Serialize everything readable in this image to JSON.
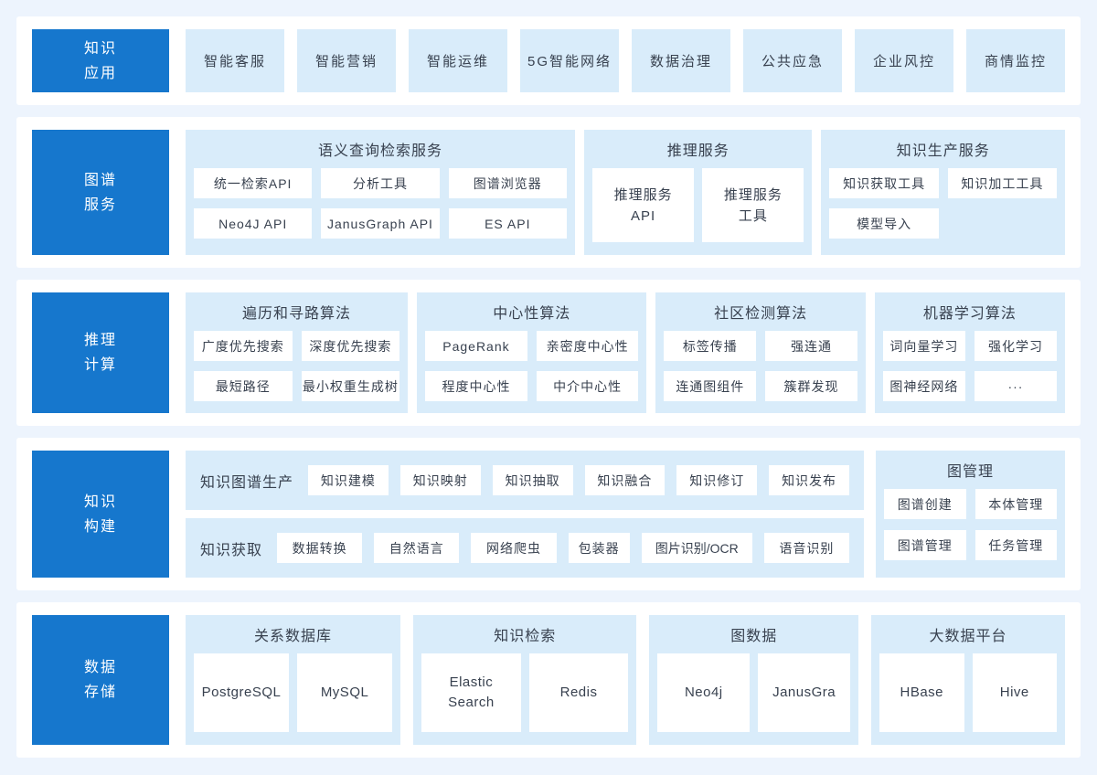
{
  "colors": {
    "page_bg": "#edf4fd",
    "band_bg": "#ffffff",
    "accent_blue": "#1677cd",
    "tile_blue": "#d9ecfa",
    "tile_white": "#ffffff",
    "text": "#38414f"
  },
  "band1": {
    "label": [
      "知识",
      "应用"
    ],
    "items": [
      "智能客服",
      "智能营销",
      "智能运维",
      "5G智能网络",
      "数据治理",
      "公共应急",
      "企业风控",
      "商情监控"
    ]
  },
  "band2": {
    "label": [
      "图谱",
      "服务"
    ],
    "semantic": {
      "title": "语义查询检索服务",
      "row1": [
        "统一检索API",
        "分析工具",
        "图谱浏览器"
      ],
      "row2": [
        "Neo4J API",
        "JanusGraph API",
        "ES API"
      ]
    },
    "reasoning": {
      "title": "推理服务",
      "items": [
        [
          "推理服务",
          "API"
        ],
        [
          "推理服务",
          "工具"
        ]
      ]
    },
    "production": {
      "title": "知识生产服务",
      "row1": [
        "知识获取工具",
        "知识加工工具"
      ],
      "row2": [
        "模型导入"
      ]
    }
  },
  "band3": {
    "label": [
      "推理",
      "计算"
    ],
    "groups": [
      {
        "title": "遍历和寻路算法",
        "items": [
          "广度优先搜索",
          "深度优先搜索",
          "最短路径",
          "最小权重生成树"
        ]
      },
      {
        "title": "中心性算法",
        "items": [
          "PageRank",
          "亲密度中心性",
          "程度中心性",
          "中介中心性"
        ]
      },
      {
        "title": "社区检测算法",
        "items": [
          "标签传播",
          "强连通",
          "连通图组件",
          "簇群发现"
        ]
      },
      {
        "title": "机器学习算法",
        "items": [
          "词向量学习",
          "强化学习",
          "图神经网络",
          "···"
        ]
      }
    ]
  },
  "band4": {
    "label": [
      "知识",
      "构建"
    ],
    "rows": [
      {
        "title": "知识图谱生产",
        "items": [
          "知识建模",
          "知识映射",
          "知识抽取",
          "知识融合",
          "知识修订",
          "知识发布"
        ]
      },
      {
        "title": "知识获取",
        "items": [
          "数据转换",
          "自然语言",
          "网络爬虫",
          "包装器",
          "图片识别/OCR",
          "语音识别"
        ]
      }
    ],
    "management": {
      "title": "图管理",
      "items": [
        "图谱创建",
        "本体管理",
        "图谱管理",
        "任务管理"
      ]
    }
  },
  "band5": {
    "label": [
      "数据",
      "存储"
    ],
    "groups": [
      {
        "title": "关系数据库",
        "items": [
          [
            "PostgreSQL"
          ],
          [
            "MySQL"
          ]
        ]
      },
      {
        "title": "知识检索",
        "items": [
          [
            "Elastic",
            "Search"
          ],
          [
            "Redis"
          ]
        ]
      },
      {
        "title": "图数据",
        "items": [
          [
            "Neo4j"
          ],
          [
            "JanusGra"
          ]
        ]
      },
      {
        "title": "大数据平台",
        "items": [
          [
            "HBase"
          ],
          [
            "Hive"
          ]
        ]
      }
    ]
  }
}
